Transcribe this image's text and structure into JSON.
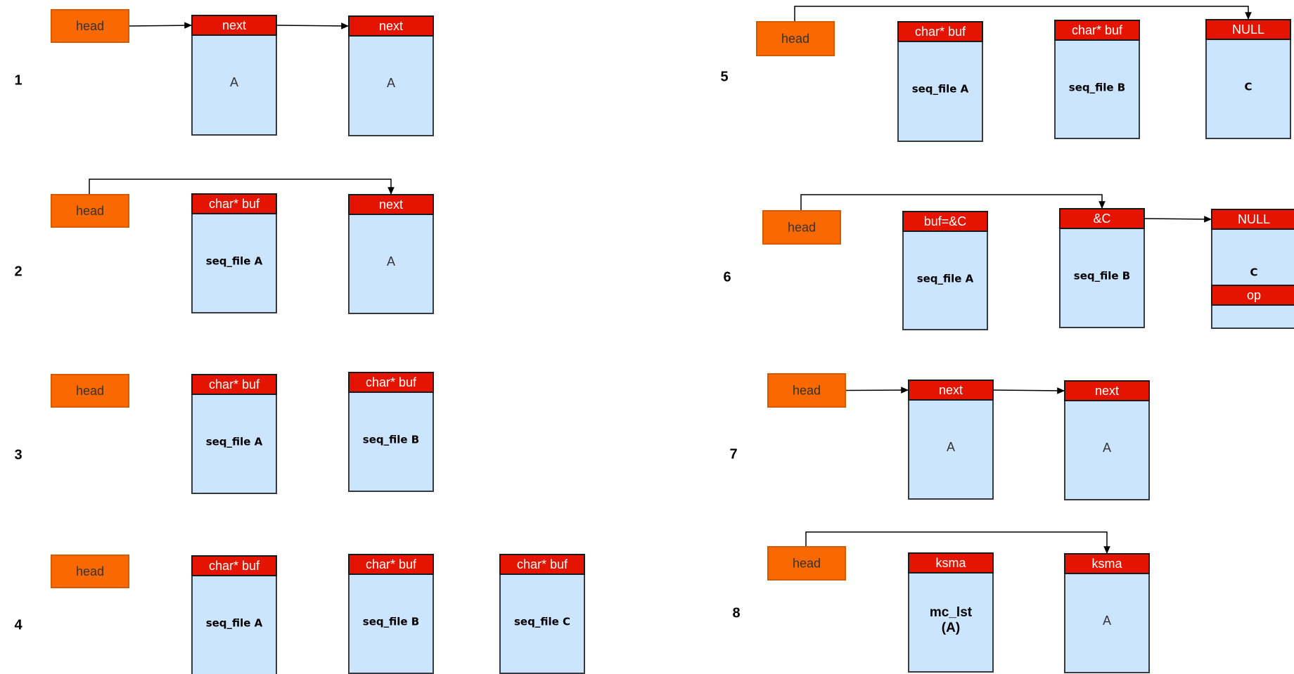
{
  "colors": {
    "head_fill": "#fa6800",
    "head_stroke": "#d45a00",
    "header_fill": "#e51400",
    "header_stroke": "#1a1a1a",
    "body_fill": "#cce5ff",
    "body_stroke": "#36393d",
    "line": "#000000"
  },
  "steps": [
    {
      "label": "1",
      "head": "head",
      "nodes": [
        {
          "header": "next",
          "body": [
            "A"
          ],
          "style": "plain"
        },
        {
          "header": "next",
          "body": [
            "A"
          ],
          "style": "plain"
        }
      ]
    },
    {
      "label": "2",
      "head": "head",
      "nodes": [
        {
          "header": "char* buf",
          "body": [
            "seq_file A"
          ],
          "style": "bold"
        },
        {
          "header": "next",
          "body": [
            "A"
          ],
          "style": "plain"
        }
      ]
    },
    {
      "label": "3",
      "head": "head",
      "nodes": [
        {
          "header": "char* buf",
          "body": [
            "seq_file A"
          ],
          "style": "bold"
        },
        {
          "header": "char* buf",
          "body": [
            "seq_file B"
          ],
          "style": "bold"
        }
      ]
    },
    {
      "label": "4",
      "head": "head",
      "nodes": [
        {
          "header": "char* buf",
          "body": [
            "seq_file A"
          ],
          "style": "bold"
        },
        {
          "header": "char* buf",
          "body": [
            "seq_file B"
          ],
          "style": "bold"
        },
        {
          "header": "char* buf",
          "body": [
            "seq_file C"
          ],
          "style": "bold"
        }
      ]
    },
    {
      "label": "5",
      "head": "head",
      "nodes": [
        {
          "header": "char* buf",
          "body": [
            "seq_file A"
          ],
          "style": "bold"
        },
        {
          "header": "char* buf",
          "body": [
            "seq_file B"
          ],
          "style": "bold"
        },
        {
          "header": "NULL",
          "body": [
            "C"
          ],
          "style": "bold"
        }
      ]
    },
    {
      "label": "6",
      "head": "head",
      "nodes": [
        {
          "header": "buf=&C",
          "body": [
            "seq_file A"
          ],
          "style": "bold"
        },
        {
          "header": "&C",
          "body": [
            "seq_file B"
          ],
          "style": "bold"
        },
        {
          "header": "NULL",
          "body": [
            "C"
          ],
          "style": "bold",
          "extra": "op"
        }
      ]
    },
    {
      "label": "7",
      "head": "head",
      "nodes": [
        {
          "header": "next",
          "body": [
            "A"
          ],
          "style": "plain"
        },
        {
          "header": "next",
          "body": [
            "A"
          ],
          "style": "plain"
        }
      ]
    },
    {
      "label": "8",
      "head": "head",
      "nodes": [
        {
          "header": "ksma",
          "body": [
            "mc_lst",
            "(A)"
          ],
          "style": "mc"
        },
        {
          "header": "ksma",
          "body": [
            "A"
          ],
          "style": "plain"
        }
      ]
    }
  ]
}
